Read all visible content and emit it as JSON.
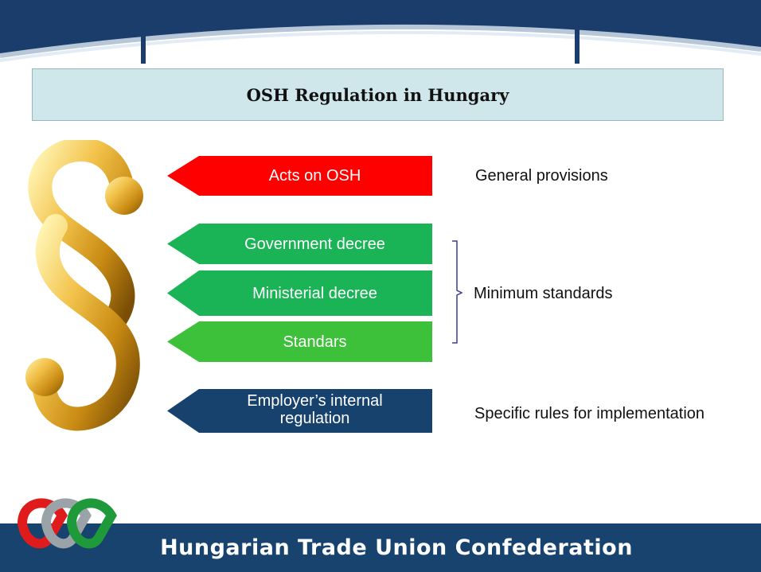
{
  "title": "OSH Regulation in Hungary",
  "rows": [
    {
      "label": "Acts on OSH",
      "color": "#ff0000"
    },
    {
      "label": "Government decree",
      "color": "#1ab356"
    },
    {
      "label": "Ministerial decree",
      "color": "#1ab356"
    },
    {
      "label": "Standars",
      "color": "#3ec13a"
    },
    {
      "label_line1": "Employer’s internal",
      "label_line2": "regulation",
      "color": "#17426d"
    }
  ],
  "side_labels": {
    "general": "General provisions",
    "minimum": "Minimum standards",
    "specific": "Specific rules for implementation"
  },
  "footer": {
    "text": "Hungarian Trade Union Confederation"
  },
  "colors": {
    "header_blue": "#1b3d6b",
    "title_bg": "#cfe6ea",
    "footer_bg": "#17436e",
    "gold": "#d9a01e"
  },
  "icons": {
    "section_sign": "section-sign-icon",
    "logo": "union-logo-icon"
  }
}
